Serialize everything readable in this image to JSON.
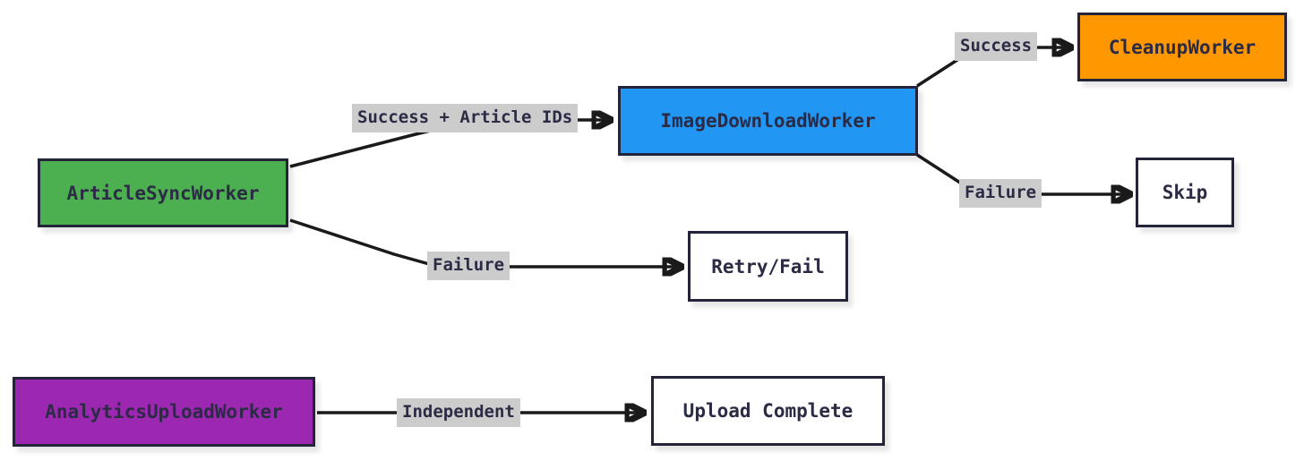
{
  "diagram": {
    "type": "flowchart",
    "nodes": {
      "article_sync": {
        "label": "ArticleSyncWorker",
        "fill": "#4caf50"
      },
      "image_download": {
        "label": "ImageDownloadWorker",
        "fill": "#2196f3"
      },
      "cleanup": {
        "label": "CleanupWorker",
        "fill": "#ff9800"
      },
      "skip": {
        "label": "Skip",
        "fill": "#ffffff"
      },
      "retry_fail": {
        "label": "Retry/Fail",
        "fill": "#ffffff"
      },
      "analytics_upload": {
        "label": "AnalyticsUploadWorker",
        "fill": "#9c27b0"
      },
      "upload_complete": {
        "label": "Upload Complete",
        "fill": "#ffffff"
      }
    },
    "edges": [
      {
        "from": "ArticleSyncWorker",
        "to": "ImageDownloadWorker",
        "label": "Success + Article IDs"
      },
      {
        "from": "ImageDownloadWorker",
        "to": "CleanupWorker",
        "label": "Success"
      },
      {
        "from": "ImageDownloadWorker",
        "to": "Skip",
        "label": "Failure"
      },
      {
        "from": "ArticleSyncWorker",
        "to": "Retry/Fail",
        "label": "Failure"
      },
      {
        "from": "AnalyticsUploadWorker",
        "to": "Upload Complete",
        "label": "Independent"
      }
    ],
    "colors": {
      "node_border": "#23233a",
      "node_text": "#2b2b45",
      "edge_line": "#1a1a1a",
      "arrowhead": "#1a1a1a",
      "edge_label_bg": "#cccccc",
      "edge_label_text": "#2b2b45",
      "background": "#ffffff"
    }
  }
}
